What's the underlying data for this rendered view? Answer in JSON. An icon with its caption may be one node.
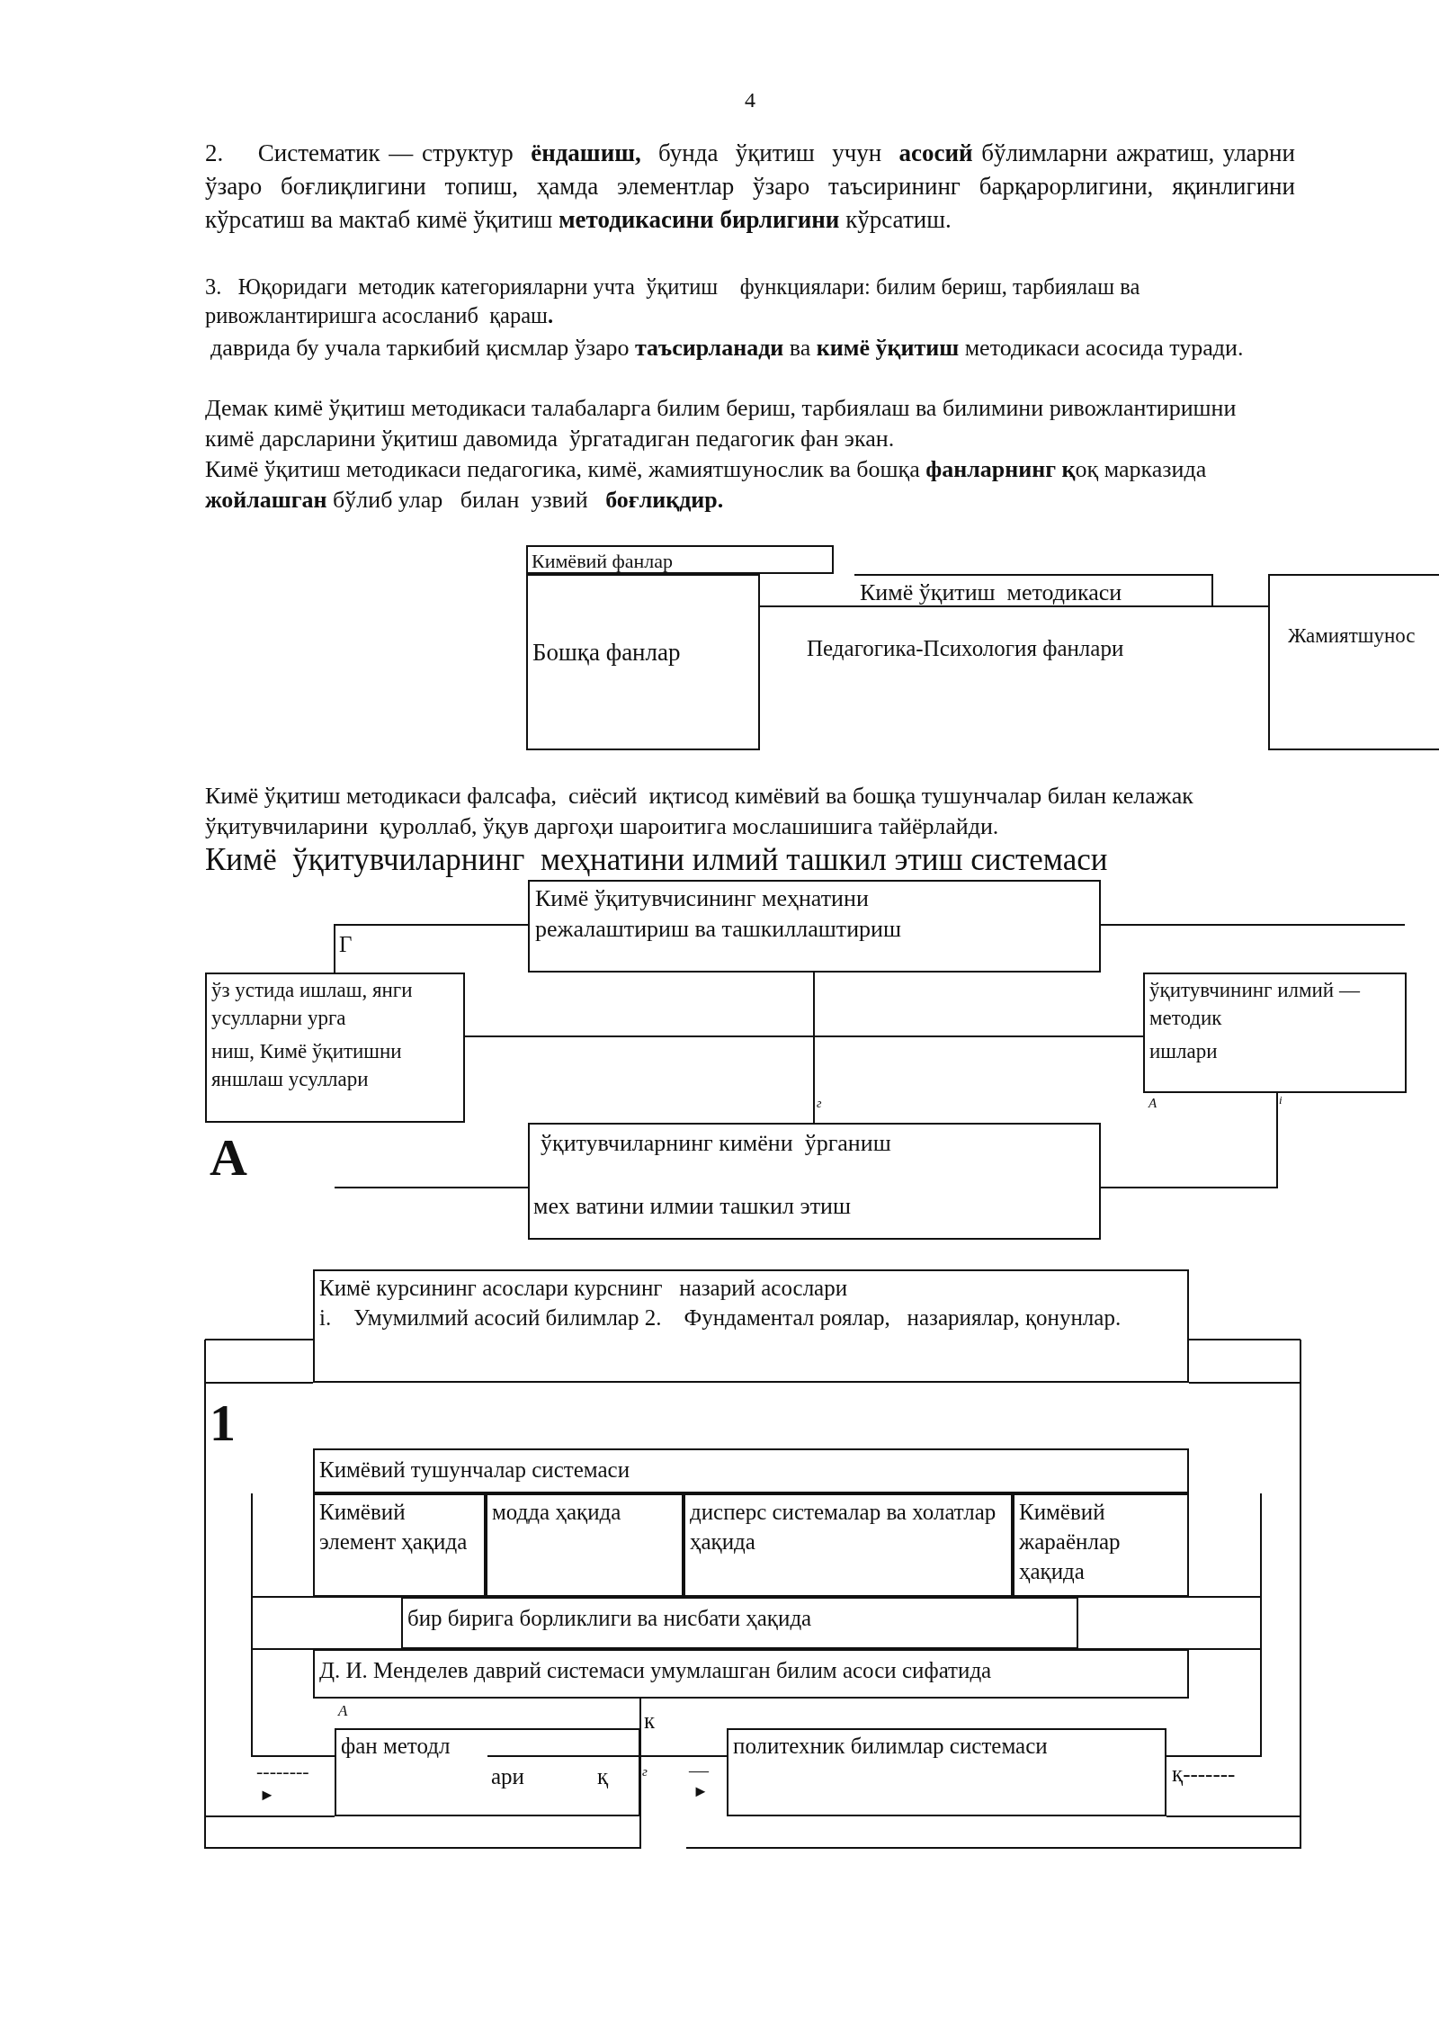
{
  "diagram": {
    "nodes": [
      {
        "text": [
          "Кимёвий фанлар"
        ]
      },
      {
        "text": [
          "Бошқа фанлар"
        ]
      },
      {
        "text": [
          "Кимё ўқитиш  методикаси"
        ]
      },
      {
        "text": [
          "Жамиятшунос"
        ]
      },
      {
        "text": [
          "Кимё ўқитувчисининг меҳнатини режалаштириш ва ташкиллаштириш"
        ]
      },
      {
        "text": [
          "ўз устида ишлаш, янги усулларни урга",
          "ниш, Кимё ўқитишни яншлаш усуллари"
        ]
      },
      {
        "text": [
          "ўқитувчининг илмий — методик",
          "ишлари"
        ]
      },
      {
        "text": [
          "ўқитувчиларнинг кимёни  ўрганиш",
          "мех ватини илмии ташкил этиш"
        ]
      },
      {
        "text": [
          "Кимё курсининг асослари курснинг   назарий асослари",
          "i.    Умумилмий асосий билимлар 2.    Фундаментал роялар,   назариялар, қонунлар."
        ]
      },
      {
        "text": [
          "Кимёвий тушунчалар системаси"
        ]
      },
      {
        "text": [
          "Кимёвий элемент ҳақида"
        ]
      },
      {
        "text": [
          "модда ҳақида"
        ]
      },
      {
        "text": [
          "дисперс системалар ва холатлар ҳақида"
        ]
      },
      {
        "text": [
          "Кимёвий жараёнлар ҳақида"
        ]
      },
      {
        "text": [
          "бир бирига борликлиги ва нисбати ҳақида"
        ]
      },
      {
        "text": [
          "Д. И. Менделев даврий системаси умумлашган билим асоси сифатида"
        ]
      },
      {
        "text": [
          "фан методл",
          "ари    қ"
        ]
      },
      {
        "text": [
          "политехник билимлар системаси"
        ]
      }
    ],
    "edges": [
      {
        "from": 4,
        "to": 5,
        "arrow": "none"
      },
      {
        "from": 4,
        "to": null,
        "arrow": "none"
      },
      {
        "from": 4,
        "to": 7,
        "arrow": "none"
      },
      {
        "from": 5,
        "to": 6,
        "arrow": "none"
      },
      {
        "from": 6,
        "to": 7,
        "arrow": "none"
      },
      {
        "from": null,
        "to": 7,
        "arrow": "none"
      },
      {
        "from": 16,
        "to": 17,
        "arrow": "none"
      }
    ],
    "labels": [
      "4",
      "2.    Систематик — структур  **ёндашиш,**  бунда  ўқитиш  учун  **асосий** бўлимларни ажратиш, уларни ўзаро боғлиқлигини топиш, ҳамда элементлар ўзаро таъсирининг барқарорлигини, яқинлигини кўрсатиш ва мактаб кимё ўқитиш **методикасини бирлигини** кўрсатиш.",
      "3.   Юқоридаги  методик категорияларни учта  ўқитиш    функциялари: билим бериш, тарбиялаш ва ривожлантиришга асосланиб  қараш**.**",
      "даврида бу учала таркибий қисмлар ўзаро **таъсирланади** ва **кимё ўқитиш** методикаси асосида туради.",
      "Демак кимё ўқитиш методикаси талабаларга билим бериш, тарбиялаш ва билимини ривожлантиришни кимё дарсларини ўқитиш давомида  ўргатадиган педагогик фан экан.",
      "Кимё ўқитиш методикаси педагогика, кимё, жамиятшунослик ва бошқа **фанларнинг қ**оқ марказида **жойлашган** бўлиб улар   билан  узвий   **боғлиқдир.**",
      "Педагогика-Психология фанлари",
      "Кимё ўқитиш методикаси фалсафа,  сиёсий  иқтисод кимёвий ва бошқа тушунчалар билан келажак ўқитувчиларини  қуроллаб, ўқув даргоҳи шароитига мослашишига тайёрлайди.",
      "Кимё  ўқитувчиларнинг  меҳнатини илмий ташкил этиш системаси",
      "Г",
      "г",
      "A",
      "i",
      "A",
      "1",
      "A",
      "к",
      "--------",
      "►",
      "г",
      "—",
      "►",
      "қ-------"
    ]
  }
}
